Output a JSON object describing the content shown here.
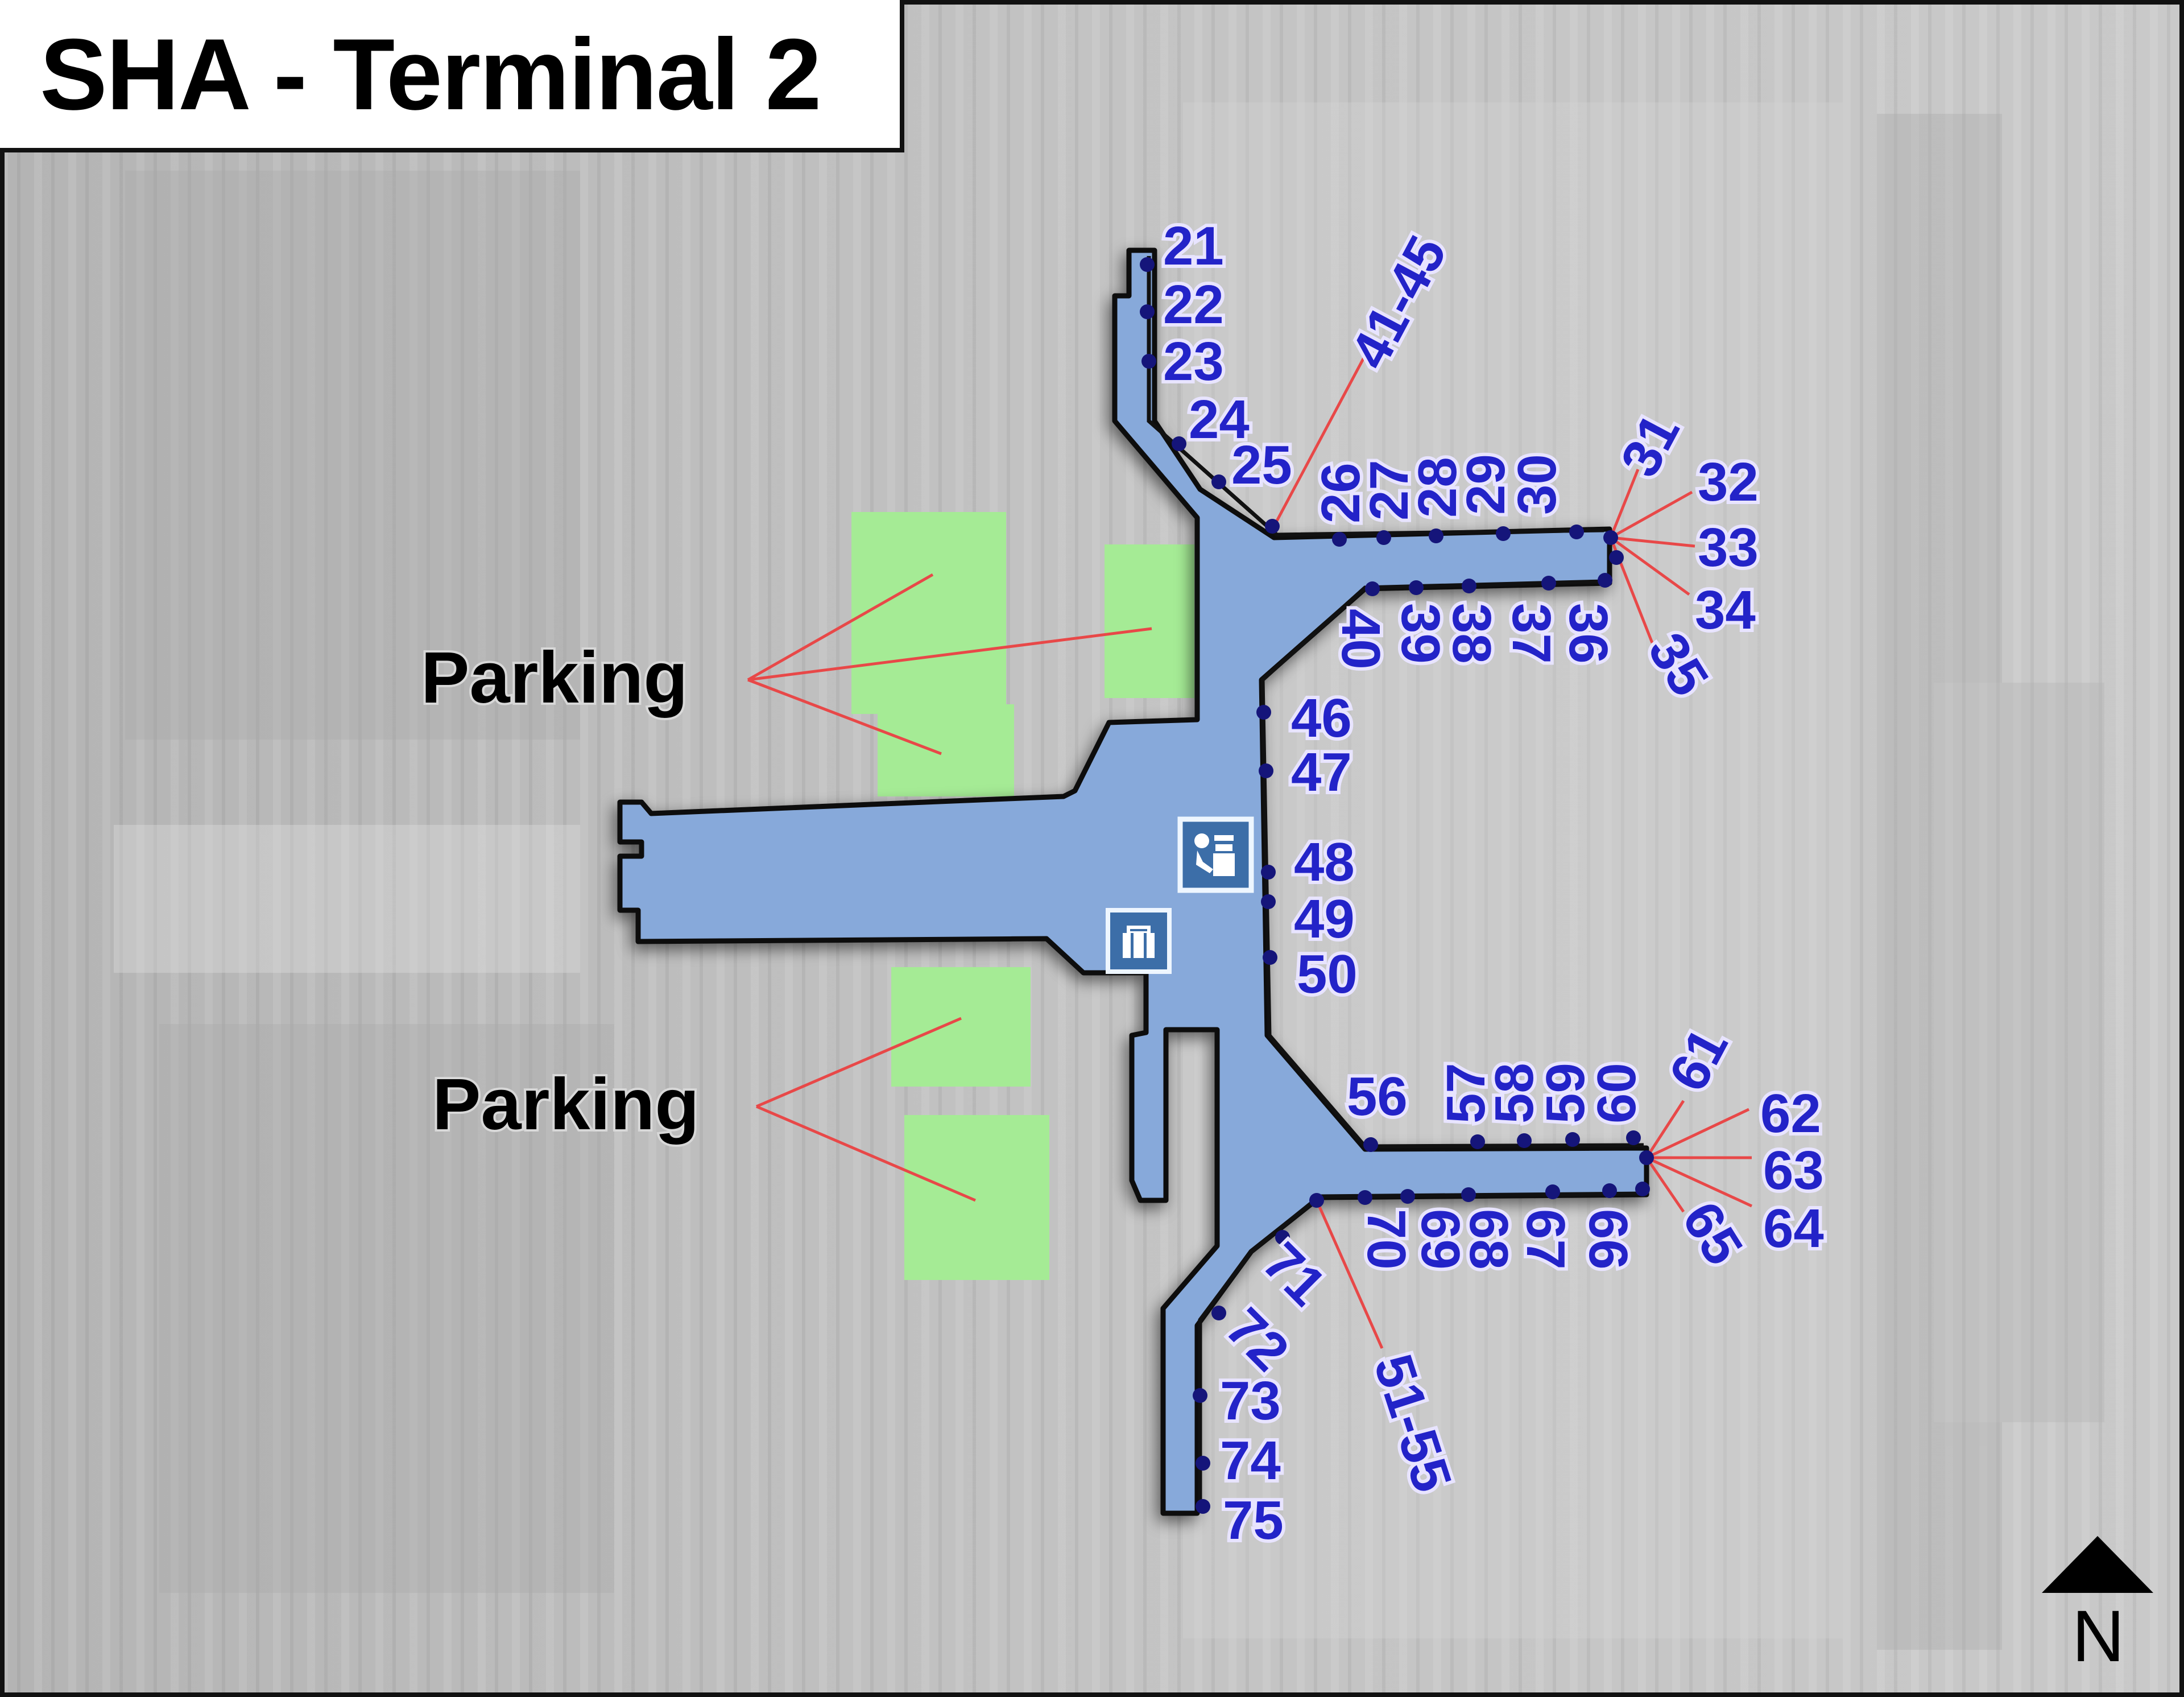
{
  "header": {
    "title": "SHA - Terminal 2"
  },
  "colors": {
    "background": "#bdbdbd",
    "terminal_fill": "#87a9da",
    "terminal_outline": "#111111",
    "parking_fill": "#a5eb95",
    "gate_label": "#2323c8",
    "gate_dot": "#15157a",
    "leader_line": "#e84848",
    "icon_fill": "#3c6ea8"
  },
  "parking": {
    "north_label": "Parking",
    "south_label": "Parking"
  },
  "icons": {
    "service_icon": "information-desk-icon",
    "baggage_icon": "baggage-icon"
  },
  "compass": {
    "label": "N",
    "icon": "north-arrow-icon"
  },
  "gates": {
    "north_pier_west": [
      "21",
      "22",
      "23",
      "24",
      "25"
    ],
    "north_range": "41-45",
    "north_pier_top": [
      "26",
      "27",
      "28",
      "29",
      "30"
    ],
    "north_pier_tip": [
      "31",
      "32",
      "33",
      "34",
      "35"
    ],
    "north_pier_bottom": [
      "36",
      "37",
      "38",
      "39",
      "40"
    ],
    "central_east": [
      "46",
      "47",
      "48",
      "49",
      "50"
    ],
    "south_pier_top": [
      "56",
      "57",
      "58",
      "59",
      "60"
    ],
    "south_pier_tip": [
      "61",
      "62",
      "63",
      "64",
      "65"
    ],
    "south_pier_bottom": [
      "66",
      "67",
      "68",
      "69",
      "70"
    ],
    "south_range": "51-55",
    "south_pier_west": [
      "71",
      "72",
      "73",
      "74",
      "75"
    ]
  }
}
